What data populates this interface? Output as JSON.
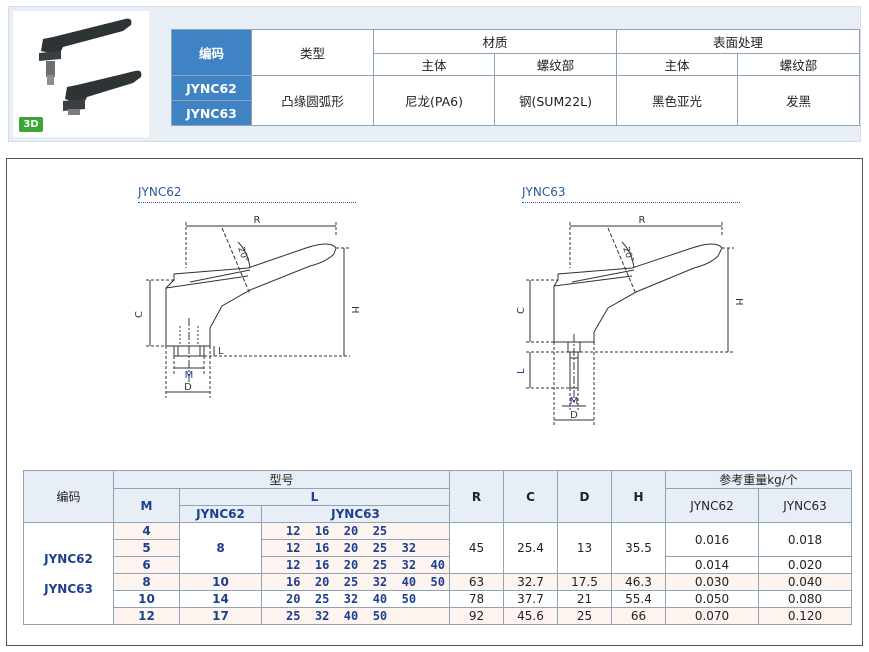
{
  "badge_3d": "3D",
  "spec_table": {
    "code_header": "编码",
    "type_header": "类型",
    "material_header": "材质",
    "material_sub": [
      "主体",
      "螺纹部"
    ],
    "surface_header": "表面处理",
    "surface_sub": [
      "主体",
      "螺纹部"
    ],
    "codes": [
      "JYNC62",
      "JYNC63"
    ],
    "type_value": "凸缘圆弧形",
    "material_body": "尼龙(PA6)",
    "material_thread": "钢(SUM22L)",
    "surface_body": "黑色亚光",
    "surface_thread": "发黑"
  },
  "drawing_62": {
    "title": "JYNC62",
    "labels": {
      "R": "R",
      "H": "H",
      "C": "C",
      "L": "L",
      "M": "M",
      "D": "D",
      "angle": "20°"
    }
  },
  "drawing_63": {
    "title": "JYNC63",
    "labels": {
      "R": "R",
      "H": "H",
      "C": "C",
      "L": "L",
      "M": "M",
      "D": "D",
      "angle": "20°"
    }
  },
  "dim_table": {
    "headers": {
      "code": "编码",
      "model": "型号",
      "M": "M",
      "L": "L",
      "L_62": "JYNC62",
      "L_63": "JYNC63",
      "R": "R",
      "C": "C",
      "D": "D",
      "H": "H",
      "weight": "参考重量kg/个",
      "w_62": "JYNC62",
      "w_63": "JYNC63"
    },
    "codes": [
      "JYNC62",
      "JYNC63"
    ],
    "rows": [
      {
        "M": "4",
        "L62": "",
        "L63": "12  16  20  25",
        "R": "",
        "C": "",
        "D": "",
        "H": "",
        "w62": "",
        "w63": ""
      },
      {
        "M": "5",
        "L62": "8",
        "L63": "12  16  20  25  32",
        "R": "45",
        "C": "25.4",
        "D": "13",
        "H": "35.5",
        "w62": "0.016",
        "w63": "0.018"
      },
      {
        "M": "6",
        "L62": "",
        "L63": "12  16  20  25  32  40",
        "R": "",
        "C": "",
        "D": "",
        "H": "",
        "w62": "0.014",
        "w63": "0.020"
      },
      {
        "M": "8",
        "L62": "10",
        "L63": "16  20  25  32  40  50",
        "R": "63",
        "C": "32.7",
        "D": "17.5",
        "H": "46.3",
        "w62": "0.030",
        "w63": "0.040"
      },
      {
        "M": "10",
        "L62": "14",
        "L63": "20  25  32  40  50",
        "R": "78",
        "C": "37.7",
        "D": "21",
        "H": "55.4",
        "w62": "0.050",
        "w63": "0.080"
      },
      {
        "M": "12",
        "L62": "17",
        "L63": "25  32  40  50",
        "R": "92",
        "C": "45.6",
        "D": "25",
        "H": "66",
        "w62": "0.070",
        "w63": "0.120"
      }
    ]
  },
  "colors": {
    "blue_header": "#3f83c5",
    "light_bg": "#e8eef5",
    "title_blue": "#2a5aa0",
    "bold_blue": "#1d3f8f",
    "green_badge": "#3aa635"
  }
}
